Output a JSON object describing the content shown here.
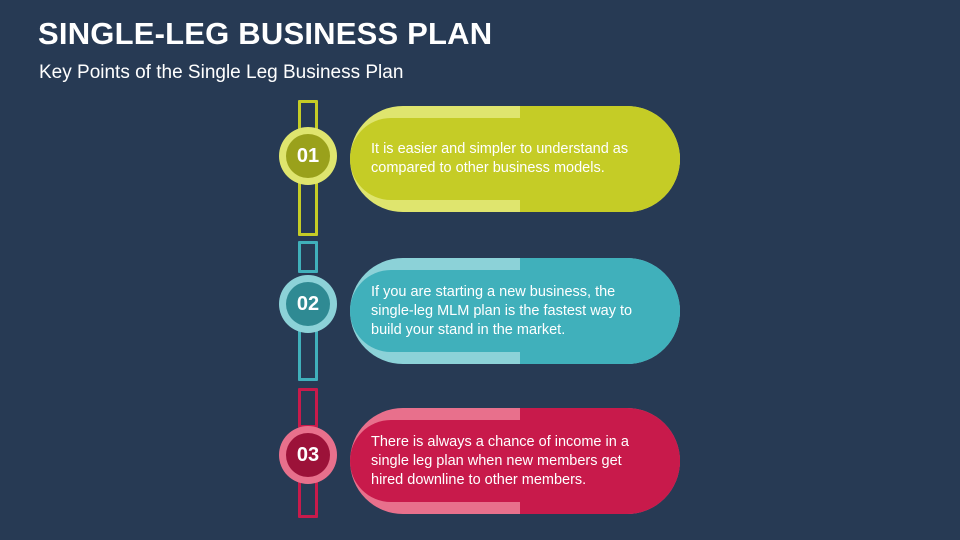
{
  "slide": {
    "title": "SINGLE-LEG BUSINESS PLAN",
    "subtitle": "Key Points of the Single Leg Business Plan"
  },
  "items": [
    {
      "number": "01",
      "text": "It is easier and simpler to understand as compared to other business models.",
      "lines": [
        "It is easier and simpler to understand as",
        "compared to other business models."
      ],
      "color": "#c5cc26",
      "light_color": "#dfe56e",
      "ring_color": "#dfe56e",
      "disc_color": "#9aa11b"
    },
    {
      "number": "02",
      "text": "If you are starting a new business, the single-leg MLM plan is the fastest way to build your stand in the market.",
      "lines": [
        "If you are starting a new business, the",
        "single-leg MLM plan is the fastest way to",
        "build your stand in the market."
      ],
      "color": "#40b0bb",
      "light_color": "#8cd2d8",
      "ring_color": "#8cd2d8",
      "disc_color": "#2f8a93"
    },
    {
      "number": "03",
      "text": "There is always a chance of income in a single leg plan when new members get hired downline to other members.",
      "lines": [
        "There is always a chance of income in a",
        "single leg plan when new members get",
        "hired downline to other members."
      ],
      "color": "#c81a4b",
      "light_color": "#e8708c",
      "ring_color": "#e8708c",
      "disc_color": "#9c1239"
    }
  ]
}
